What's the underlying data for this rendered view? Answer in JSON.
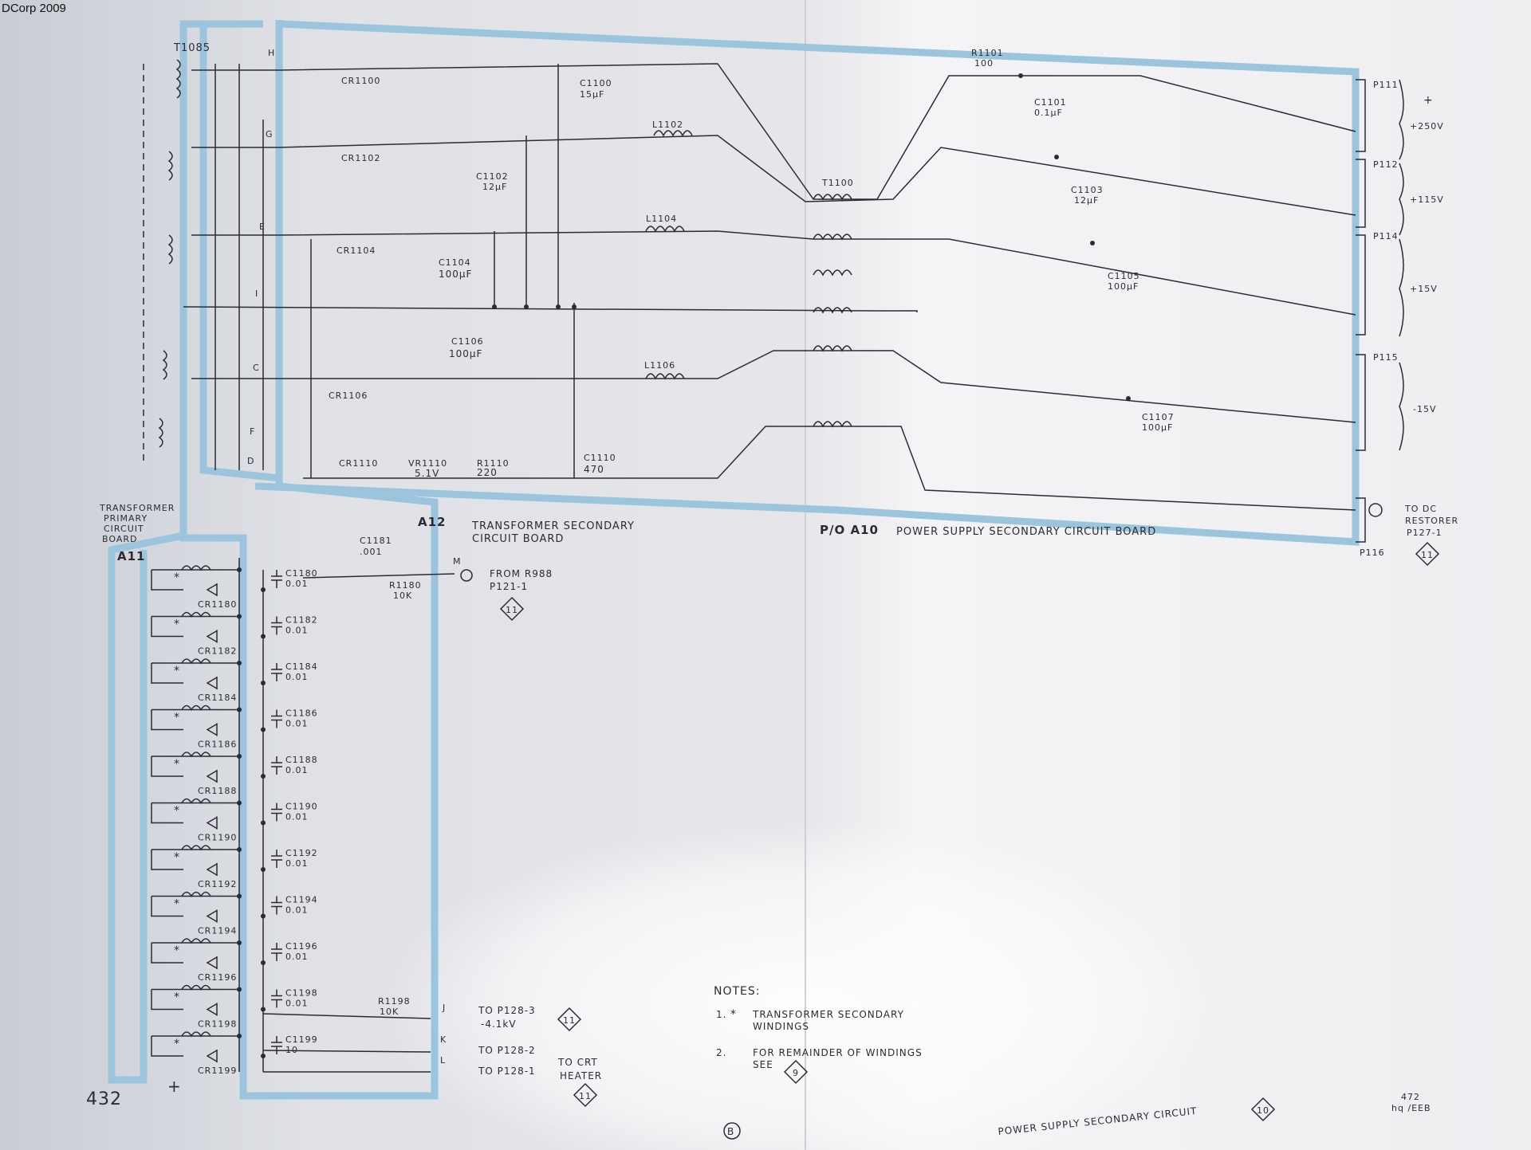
{
  "watermark": "DCorp 2009",
  "transformer": {
    "primary": "T1085",
    "secondary_label": "T1100"
  },
  "boards": {
    "a10_id": "P/O A10",
    "a10_name": "POWER SUPPLY SECONDARY CIRCUIT BOARD",
    "a11_id": "A11",
    "a12_id": "A12",
    "a12_name_1": "TRANSFORMER SECONDARY",
    "a12_name_2": "CIRCUIT BOARD",
    "primary_1": "TRANSFORMER",
    "primary_2": "PRIMARY",
    "primary_3": "CIRCUIT",
    "primary_4": "BOARD"
  },
  "terminals": [
    "H",
    "G",
    "E",
    "I",
    "C",
    "F",
    "D"
  ],
  "components": {
    "cr1100": "CR1100",
    "cr1102": "CR1102",
    "cr1104": "CR1104",
    "cr1106": "CR1106",
    "cr1110": "CR1110",
    "c1100": "C1100",
    "c1100_v": "15µF",
    "c1102": "C1102",
    "c1102_v": "12µF",
    "c1104": "C1104",
    "c1104_v": "100µF",
    "c1106": "C1106",
    "c1106_v": "100µF",
    "c1110": "C1110",
    "c1110_v": "470",
    "c1101": "C1101",
    "c1101_v": "0.1µF",
    "c1103": "C1103",
    "c1103_v": "12µF",
    "c1105": "C1105",
    "c1105_v": "100µF",
    "c1107": "C1107",
    "c1107_v": "100µF",
    "c1181": "C1181",
    "c1181_v": ".001",
    "l1102": "L1102",
    "l1104": "L1104",
    "l1106": "L1106",
    "r1101": "R1101",
    "r1101_v": "100",
    "r1110": "R1110",
    "r1110_v": "220",
    "vr1110": "VR1110",
    "vr1110_v": "5.1V",
    "r1180": "R1180",
    "r1180_v": "10K",
    "r1198": "R1198",
    "r1198_v": "10K"
  },
  "connectors": {
    "p111": "P111",
    "p112": "P112",
    "p114": "P114",
    "p115": "P115",
    "p116": "P116",
    "plus": "+",
    "v250": "+250V",
    "v115": "+115V",
    "v15p": "+15V",
    "v15n": "-15V",
    "dc_1": "TO DC",
    "dc_2": "RESTORER",
    "dc_3": "P127-1"
  },
  "ladder": [
    {
      "cap": "C1180",
      "val": "0.01",
      "diode": "CR1180"
    },
    {
      "cap": "C1182",
      "val": "0.01",
      "diode": "CR1182"
    },
    {
      "cap": "C1184",
      "val": "0.01",
      "diode": "CR1184"
    },
    {
      "cap": "C1186",
      "val": "0.01",
      "diode": "CR1186"
    },
    {
      "cap": "C1188",
      "val": "0.01",
      "diode": "CR1188"
    },
    {
      "cap": "C1190",
      "val": "0.01",
      "diode": "CR1190"
    },
    {
      "cap": "C1192",
      "val": "0.01",
      "diode": "CR1192"
    },
    {
      "cap": "C1194",
      "val": "0.01",
      "diode": "CR1194"
    },
    {
      "cap": "C1196",
      "val": "0.01",
      "diode": "CR1196"
    },
    {
      "cap": "C1198",
      "val": "0.01",
      "diode": "CR1198"
    },
    {
      "cap": "C1199",
      "val": "10",
      "diode": "CR1199"
    }
  ],
  "outputs": {
    "m": "M",
    "from_1": "FROM R988",
    "from_2": "P121-1",
    "j": "J",
    "k": "K",
    "l": "L",
    "to_p128_3": "TO P128-3",
    "kv": "-4.1kV",
    "to_p128_2": "TO P128-2",
    "to_p128_1": "TO P128-1",
    "crt_1": "TO CRT",
    "crt_2": "HEATER"
  },
  "notes": {
    "title": "NOTES:",
    "n1_num": "1.",
    "n1_1": "TRANSFORMER SECONDARY",
    "n1_2": "WINDINGS",
    "n2_num": "2.",
    "n2_1": "FOR REMAINDER OF WINDINGS",
    "n2_2": "SEE"
  },
  "refs": {
    "r11": "11",
    "r9": "9",
    "r10": "10"
  },
  "footer": {
    "page": "432",
    "plus": "+",
    "circle_b": "B",
    "title": "POWER SUPPLY SECONDARY CIRCUIT",
    "code_1": "472",
    "code_2": "hq /EEB"
  }
}
